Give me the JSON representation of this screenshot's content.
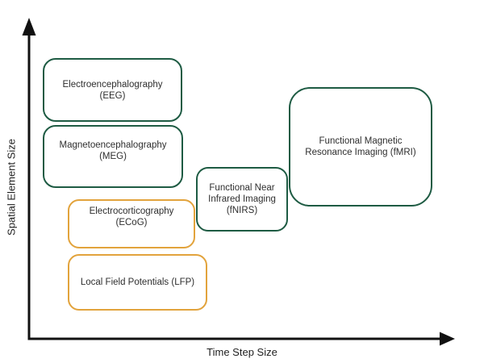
{
  "diagram": {
    "y_axis_label": "Spatial Element Size",
    "x_axis_label": "Time Step Size",
    "colors": {
      "dark_green": "#1E5B43",
      "orange": "#E2A33C",
      "axis_black": "#111111"
    },
    "boxes": [
      {
        "id": "eeg",
        "color": "dark_green",
        "lines": [
          "Electroencephalography",
          "(EEG)"
        ]
      },
      {
        "id": "meg",
        "color": "dark_green",
        "lines": [
          "Magnetoencephalography",
          "(MEG)"
        ]
      },
      {
        "id": "ecog",
        "color": "orange",
        "lines": [
          "Electrocorticography",
          "(ECoG)"
        ]
      },
      {
        "id": "lfp",
        "color": "orange",
        "lines": [
          "Local Field Potentials (LFP)"
        ]
      },
      {
        "id": "fnirs",
        "color": "dark_green",
        "lines": [
          "Functional Near",
          "Infrared Imaging",
          "(fNIRS)"
        ]
      },
      {
        "id": "fmri",
        "color": "dark_green",
        "lines": [
          "Functional Magnetic",
          "Resonance Imaging (fMRI)"
        ]
      }
    ]
  }
}
